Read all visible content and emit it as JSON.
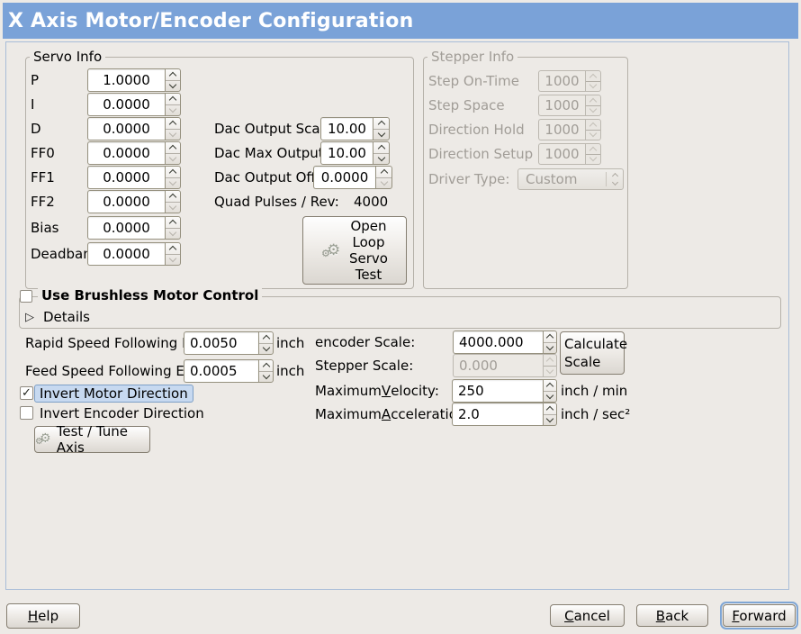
{
  "colors": {
    "titlebar_blue": "#7AA2D8",
    "selection_highlight": "#C7D9F0",
    "focus_ring": "#7FA6D5"
  },
  "icons": {
    "gear": "⚙",
    "expander_arrow": "▷",
    "checkmark": "✓"
  },
  "header": {
    "title": "X Axis Motor/Encoder Configuration"
  },
  "servo_info": {
    "frame_label": "Servo Info",
    "rows": [
      {
        "label": "P",
        "value": "1.0000"
      },
      {
        "label": "I",
        "value": "0.0000"
      },
      {
        "label": "D",
        "value": "0.0000"
      },
      {
        "label": "FF0",
        "value": "0.0000"
      },
      {
        "label": "FF1",
        "value": "0.0000"
      },
      {
        "label": "FF2",
        "value": "0.0000"
      },
      {
        "label": "Bias",
        "value": "0.0000"
      },
      {
        "label": "Deadband",
        "value": "0.0000"
      }
    ]
  },
  "dac": {
    "rows": [
      {
        "label": "Dac Output Scale:",
        "value": "10.00"
      },
      {
        "label": "Dac Max Output:",
        "value": "10.00"
      },
      {
        "label": "Dac Output Offset:",
        "value": "0.0000"
      }
    ],
    "quad": {
      "label": "Quad Pulses / Rev:",
      "value": "4000"
    },
    "open_loop_button": "Open\nLoop\nServo\nTest"
  },
  "stepper_info": {
    "frame_label": "Stepper Info",
    "rows": [
      {
        "label": "Step On-Time",
        "value": "1000"
      },
      {
        "label": "Step Space",
        "value": "1000"
      },
      {
        "label": "Direction Hold",
        "value": "1000"
      },
      {
        "label": "Direction Setup",
        "value": "1000"
      }
    ],
    "driver_type": {
      "label": "Driver Type:",
      "value": "Custom"
    }
  },
  "brushless": {
    "checkbox_label": "Use Brushless Motor Control",
    "details_label": "Details"
  },
  "following_error": {
    "rapid": {
      "label": "Rapid Speed Following Error:",
      "value": "0.0050",
      "unit": "inch"
    },
    "feed": {
      "label": "Feed Speed Following Error:",
      "value": "0.0005",
      "unit": "inch"
    }
  },
  "direction": {
    "invert_motor_label": "Invert Motor Direction",
    "invert_encoder_label": "Invert Encoder Direction",
    "test_tune_button": "Test / Tune Axis"
  },
  "scaling": {
    "encoder": {
      "label": "encoder Scale:",
      "value": "4000.000"
    },
    "stepper": {
      "label": "Stepper Scale:",
      "value": "0.000"
    },
    "calculate_button": "Calculate\nScale",
    "velocity": {
      "pre": "Maximum ",
      "m": "V",
      "post": "elocity:",
      "value": "250",
      "unit": "inch / min"
    },
    "acceleration": {
      "pre": "Maximum ",
      "m": "A",
      "post": "cceleration:",
      "value": "2.0",
      "unit": "inch / sec²"
    }
  },
  "footer": {
    "help": {
      "m": "H",
      "post": "elp"
    },
    "cancel": {
      "m": "C",
      "post": "ancel"
    },
    "back": {
      "m": "B",
      "post": "ack"
    },
    "forward": {
      "m": "F",
      "post": "orward"
    }
  }
}
